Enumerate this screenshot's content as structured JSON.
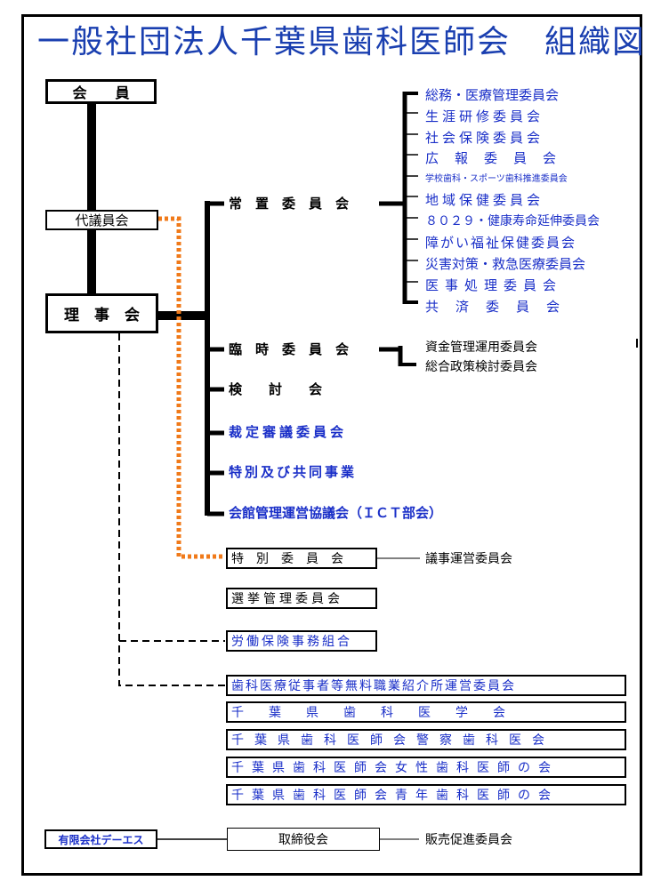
{
  "title": "一般社団法人千葉県歯科医師会　組織図",
  "members": "会　　員",
  "delegates": "代議員会",
  "board": "理　事　会",
  "standing": "常　置　委　員　会",
  "standing_children": [
    "総務・医療管理委員会",
    "生涯研修委員会",
    "社会保険委員会",
    "広報委員会",
    "学校歯科・スポーツ歯科推進委員会",
    "地域保健委員会",
    "８０２９・健康寿命延伸委員会",
    "障がい福祉保健委員会",
    "災害対策・救急医療委員会",
    "医事処理委員会",
    "共済委員会"
  ],
  "temporary": "臨　時　委　員　会",
  "temporary_children": [
    "資金管理運用委員会",
    "総合政策検討委員会"
  ],
  "review": "検　　討　　会",
  "judgment": "裁定審議委員会",
  "special_joint": "特別及び共同事業",
  "hall": "会館管理運営協議会（ＩＣＴ部会）",
  "special_committee": "特　別　委　員　会",
  "special_committee_child": "議事運営委員会",
  "election": "選挙管理委員会",
  "labor": "労働保険事務組合",
  "employment": "歯科医療従事者等無料職業紹介所運営委員会",
  "academy": "千　　葉　　県　　歯　　科　　医　　学　　会",
  "police": "千葉県歯科医師会警察歯科医会",
  "women": "千葉県歯科医師会女性歯科医師の会",
  "youth": "千葉県歯科医師会青年歯科医師の会",
  "company": "有限会社デーエス",
  "directors": "取締役会",
  "sales": "販売促進委員会",
  "colors": {
    "blue": "#1a2fc8",
    "title": "#1a3fb0",
    "orange": "#f07a1a",
    "black": "#000000"
  }
}
